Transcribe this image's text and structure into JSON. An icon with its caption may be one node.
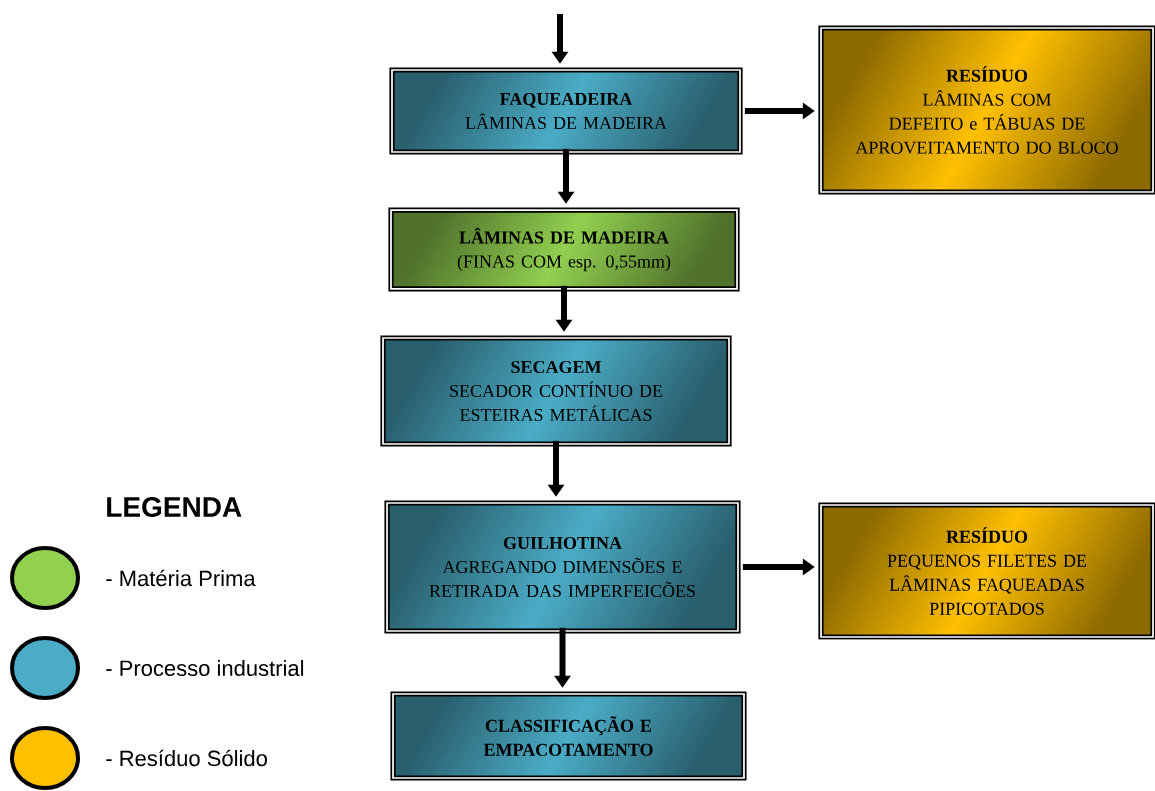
{
  "diagram": {
    "nodes": [
      {
        "text": [
          "FAQUEADEIRA",
          "LÂMINAS DE MADEIRA"
        ]
      },
      {
        "text": [
          "RESÍDUO",
          "LÂMINAS COM DEFEITO e TÁBUAS DE APROVEITAMENTO DO BLOCO"
        ]
      },
      {
        "text": [
          "LÂMINAS DE MADEIRA",
          "(FINAS COM esp. 0,55mm)"
        ]
      },
      {
        "text": [
          "SECAGEM",
          "SECADOR CONTÍNUO DE ESTEIRAS METÁLICAS"
        ]
      },
      {
        "text": [
          "GUILHOTINA",
          "AGREGANDO DIMENSÕES E RETIRADA DAS IMPERFEICÕES"
        ]
      },
      {
        "text": [
          "RESÍDUO",
          "PEQUENOS FILETES DE LÂMINAS FAQUEADAS PIPICOTADOS"
        ]
      },
      {
        "text": [
          "CLASSIFICAÇÃO E EMPACOTAMENTO"
        ]
      }
    ],
    "edges": [
      {
        "from": null,
        "to": 0,
        "arrow": "to"
      },
      {
        "from": 0,
        "to": 1,
        "arrow": "to"
      },
      {
        "from": 0,
        "to": 2,
        "arrow": "to"
      },
      {
        "from": 2,
        "to": 3,
        "arrow": "to"
      },
      {
        "from": 3,
        "to": 4,
        "arrow": "to"
      },
      {
        "from": 4,
        "to": 5,
        "arrow": "to"
      },
      {
        "from": 4,
        "to": 6,
        "arrow": "to"
      }
    ],
    "labels": [
      "LEGENDA"
    ],
    "legend": [
      {
        "text": "- Matéria Prima",
        "color": "#92d050"
      },
      {
        "text": "- Processo industrial",
        "color": "#4bacc6"
      },
      {
        "text": "- Resíduo Sólido",
        "color": "#ffc000"
      }
    ]
  }
}
